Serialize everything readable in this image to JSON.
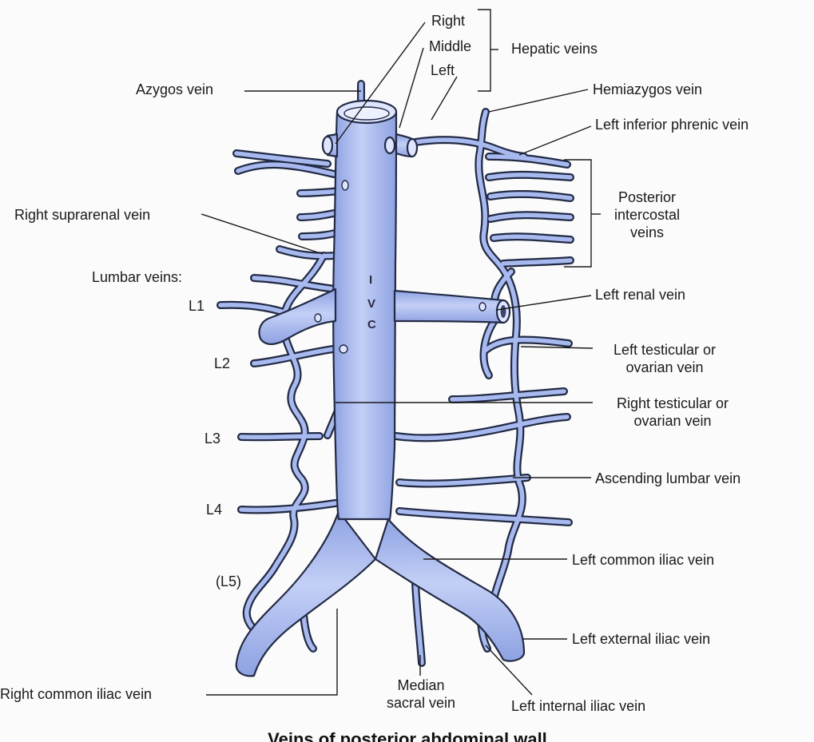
{
  "diagram": {
    "caption": "Veins of posterior abdominal wall",
    "colors": {
      "vein_fill": "#a7b9ef",
      "vein_dark": "#7f94d8",
      "vein_outline": "#222a44",
      "lumen": "#eef1ff",
      "leader": "#1a1a1a",
      "background": "#fbfbfb"
    },
    "labels": {
      "hepatic_right": "Right",
      "hepatic_middle": "Middle",
      "hepatic_left": "Left",
      "hepatic_veins": "Hepatic veins",
      "azygos": "Azygos vein",
      "hemiazygos": "Hemiazygos vein",
      "left_inferior_phrenic": "Left inferior phrenic vein",
      "posterior_intercostal": [
        "Posterior",
        "intercostal",
        "veins"
      ],
      "right_suprarenal": "Right suprarenal vein",
      "lumbar_veins": "Lumbar veins:",
      "l1": "L1",
      "l2": "L2",
      "l3": "L3",
      "l4": "L4",
      "l5": "(L5)",
      "ivc_letters": [
        "I",
        "V",
        "C"
      ],
      "left_renal": "Left renal vein",
      "left_testicular": [
        "Left testicular or",
        "ovarian vein"
      ],
      "right_testicular": [
        "Right testicular or",
        "ovarian vein"
      ],
      "ascending_lumbar": "Ascending lumbar vein",
      "left_common_iliac": "Left common iliac vein",
      "left_external_iliac": "Left external iliac vein",
      "right_common_iliac": "Right common iliac vein",
      "median_sacral": [
        "Median",
        "sacral vein"
      ],
      "left_internal_iliac": "Left internal iliac vein"
    }
  }
}
